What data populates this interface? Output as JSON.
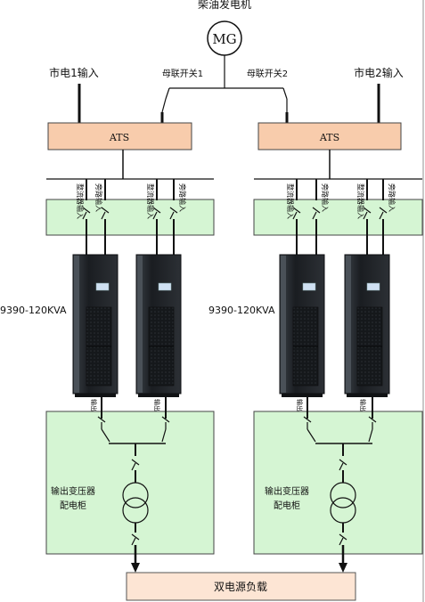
{
  "generator": {
    "title": "柴油发电机",
    "symbol": "MG"
  },
  "sources": {
    "utility1": "市电1输入",
    "utility2": "市电2输入"
  },
  "bus_ties": {
    "switch1": "母联开关1",
    "switch2": "母联开关2"
  },
  "ats": {
    "left": "ATS",
    "right": "ATS"
  },
  "input_panel": {
    "rectifier_input": "整流器输入",
    "bypass_input": "旁路输入"
  },
  "ups": {
    "model_left": "9390-120KVA",
    "model_right": "9390-120KVA",
    "output_label": "输出"
  },
  "output_panel": {
    "left_line1": "输出变压器",
    "left_line2": "配电柜",
    "right_line1": "输出变压器",
    "right_line2": "配电柜"
  },
  "load": {
    "label": "双电源负载"
  },
  "colors": {
    "panel_green": "#d5f5d3",
    "ats_fill": "#f8ccac",
    "load_fill": "#fde5d4",
    "line": "#111111",
    "cabinet_dark": "#1e2226"
  }
}
